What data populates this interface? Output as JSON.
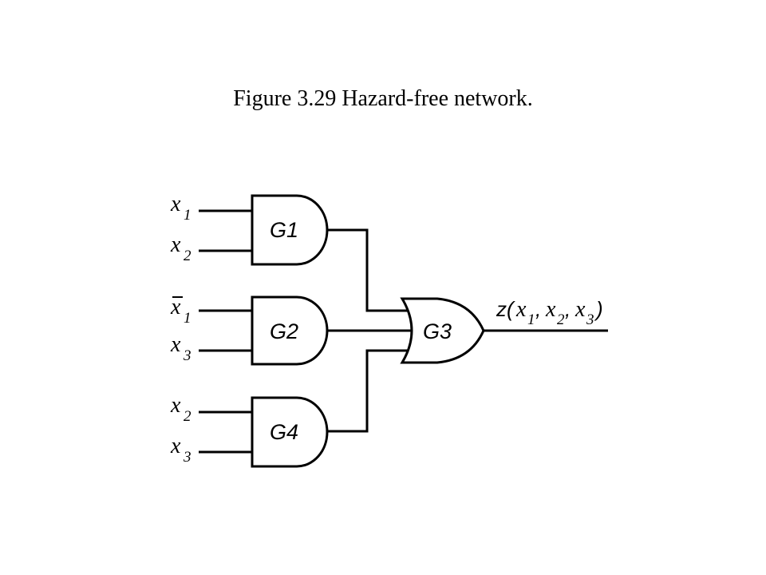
{
  "caption": "Figure 3.29  Hazard-free network.",
  "gates": {
    "g1": "G1",
    "g2": "G2",
    "g3": "G3",
    "g4": "G4"
  },
  "inputs": {
    "g1_a": {
      "var": "x",
      "sub": "1"
    },
    "g1_b": {
      "var": "x",
      "sub": "2"
    },
    "g2_a": {
      "var": "x",
      "sub": "1",
      "negated": true
    },
    "g2_b": {
      "var": "x",
      "sub": "3"
    },
    "g4_a": {
      "var": "x",
      "sub": "2"
    },
    "g4_b": {
      "var": "x",
      "sub": "3"
    }
  },
  "output": {
    "fn": "z(",
    "v1": "x",
    "s1": "1",
    "sep1": ", ",
    "v2": "x",
    "s2": "2",
    "sep2": ", ",
    "v3": "x",
    "s3": "3",
    "close": ")"
  }
}
